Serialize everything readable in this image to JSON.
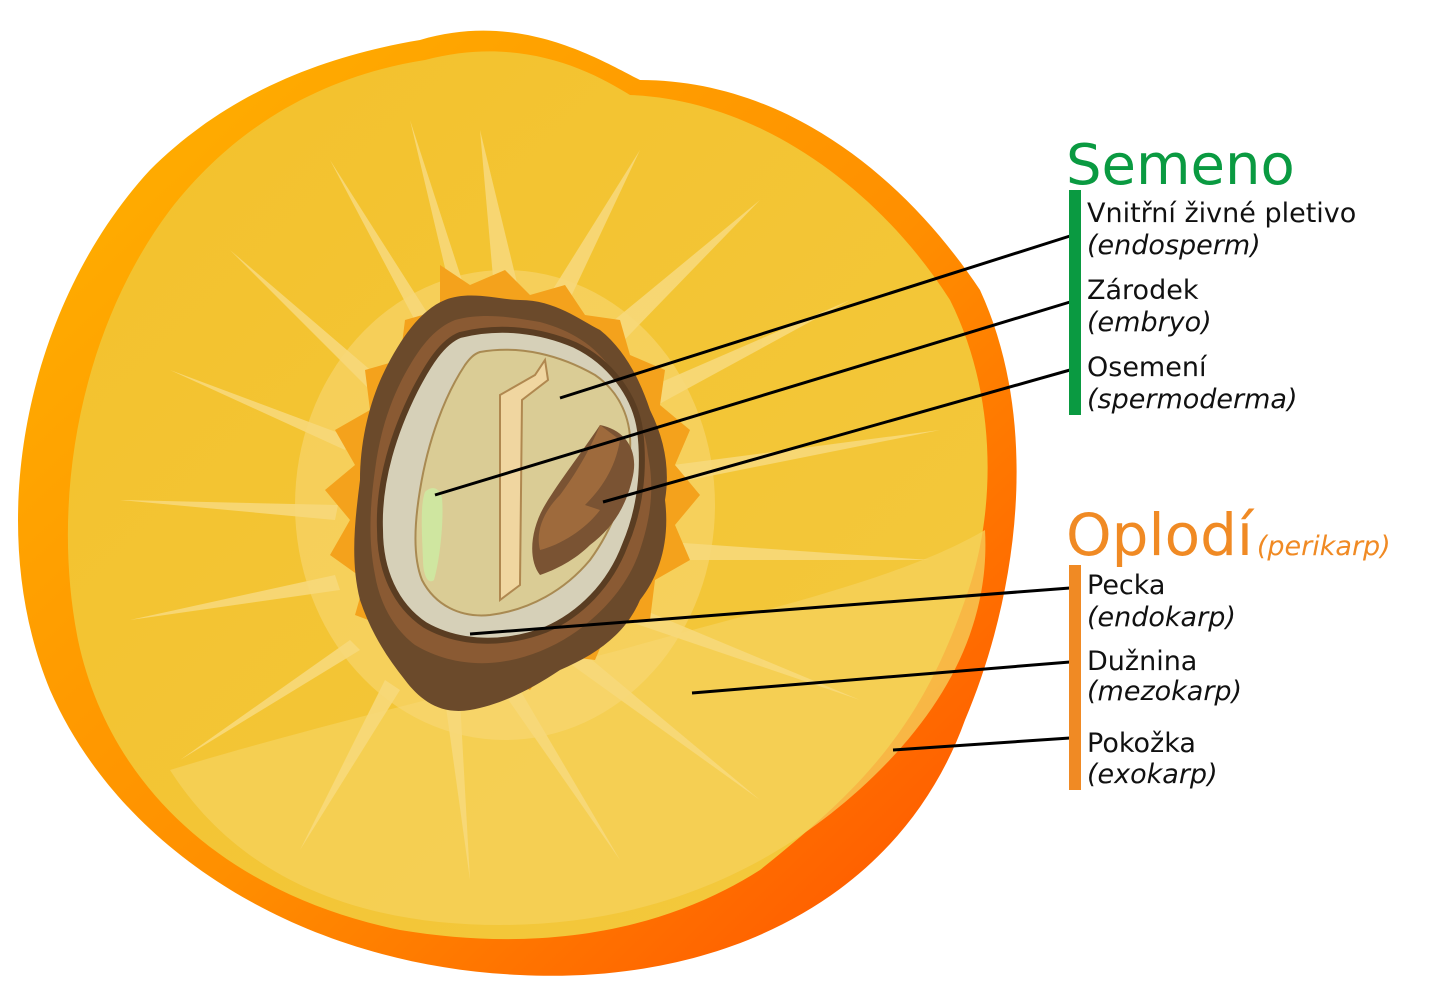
{
  "seed_group": {
    "heading": "Semeno",
    "color": "#0a9a41",
    "parts": [
      {
        "name": "Vnitřní živné pletivo",
        "latin": "(endosperm)"
      },
      {
        "name": "Zárodek",
        "latin": "(embryo)"
      },
      {
        "name": "Osemení",
        "latin": "(spermoderma)"
      }
    ]
  },
  "pericarp_group": {
    "heading": "Oplodí",
    "heading_latin": "(perikarp)",
    "color": "#f08a24",
    "parts": [
      {
        "name": "Pecka",
        "latin": "(endokarp)"
      },
      {
        "name": "Dužnina",
        "latin": "(mezokarp)"
      },
      {
        "name": "Pokožka",
        "latin": "(exokarp)"
      }
    ]
  },
  "palette": {
    "skin_outer": "#ff6a00",
    "skin_light": "#ffb400",
    "flesh": "#f1c232",
    "flesh_light": "#f7d66b",
    "stone_dark": "#6b4a2b",
    "stone_mid": "#8a5a33",
    "seed_coat": "#d6d0b8",
    "endosperm": "#dacc95",
    "embryo": "#cfe6a0"
  }
}
